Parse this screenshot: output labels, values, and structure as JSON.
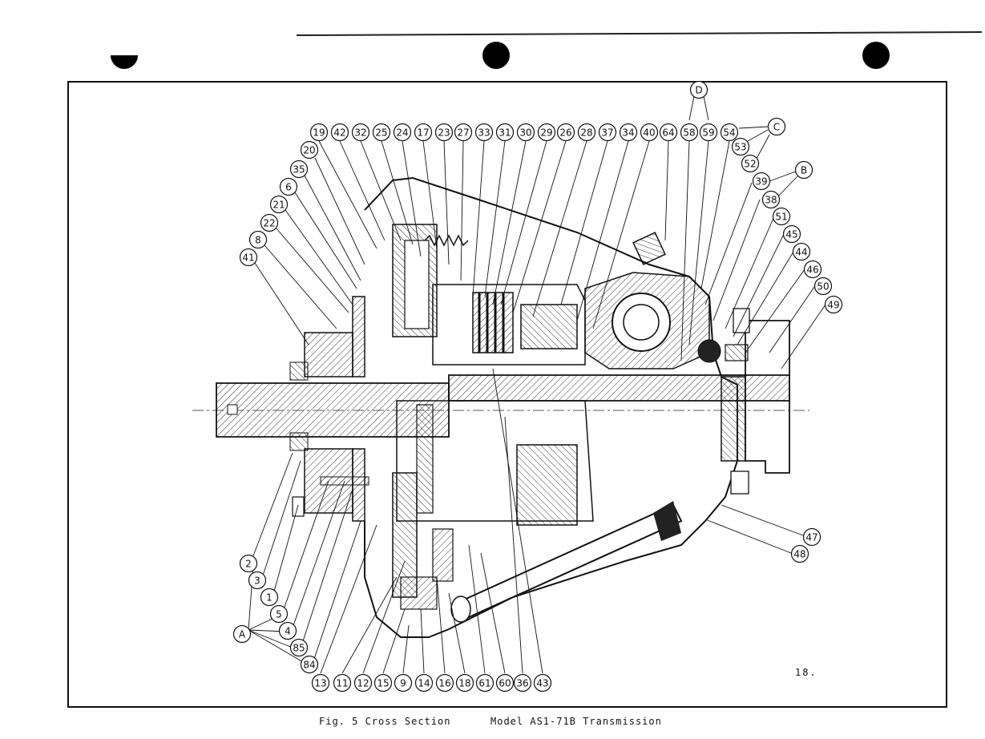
{
  "caption": {
    "figure": "Fig. 5  Cross Section",
    "model": "Model AS1-71B Transmission"
  },
  "page_number": "18.",
  "callouts_top": [
    "19",
    "42",
    "32",
    "25",
    "24",
    "17",
    "23",
    "27",
    "33",
    "31",
    "30",
    "29",
    "26",
    "28",
    "37",
    "34",
    "40",
    "64",
    "58",
    "59",
    "54"
  ],
  "callouts_left_upper": [
    "20",
    "35",
    "6",
    "21",
    "22",
    "8",
    "41"
  ],
  "callouts_right": [
    "53",
    "52",
    "39",
    "38",
    "51",
    "45",
    "44",
    "46",
    "50",
    "49"
  ],
  "callouts_right_lower": [
    "47",
    "48"
  ],
  "callouts_left_lower": [
    "2",
    "3",
    "1",
    "5",
    "4",
    "85",
    "84"
  ],
  "callouts_bottom": [
    "13",
    "11",
    "12",
    "15",
    "9",
    "14",
    "16",
    "18",
    "61",
    "60",
    "36",
    "43"
  ],
  "group_labels": [
    "A",
    "B",
    "C",
    "D"
  ]
}
